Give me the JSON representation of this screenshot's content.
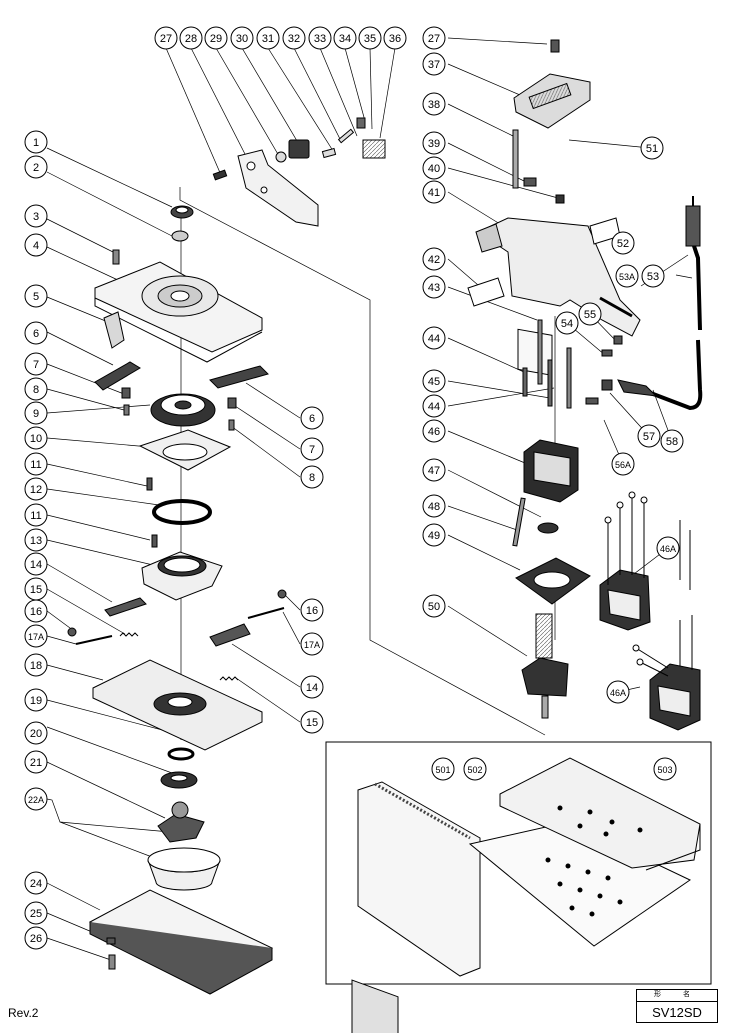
{
  "footer": {
    "revision": "Rev.2",
    "model_header": "形 名",
    "model": "SV12SD"
  },
  "callouts_left": [
    "1",
    "2",
    "3",
    "4",
    "5",
    "6",
    "7",
    "8",
    "9",
    "10",
    "11",
    "12",
    "11",
    "13",
    "14",
    "15",
    "16",
    "17A",
    "18",
    "19",
    "20",
    "21",
    "22A",
    "24",
    "25",
    "26"
  ],
  "callouts_left_right": [
    "6",
    "7",
    "8",
    "16",
    "17A",
    "14",
    "15"
  ],
  "callouts_top": [
    "27",
    "28",
    "29",
    "30",
    "31",
    "32",
    "33",
    "34",
    "35",
    "36"
  ],
  "callouts_right_col": [
    "27",
    "37",
    "38",
    "39",
    "40",
    "41",
    "42",
    "43",
    "44",
    "45",
    "44",
    "46",
    "47",
    "48",
    "49",
    "50"
  ],
  "callouts_right_misc": [
    "51",
    "52",
    "53A",
    "53",
    "54",
    "55",
    "56A",
    "57",
    "58",
    "46A",
    "46A"
  ],
  "callouts_kit": [
    "501",
    "502",
    "503"
  ],
  "colors": {
    "line": "#000000",
    "part_fill": "#f2f2f2",
    "part_dark": "#3a3a3a"
  }
}
